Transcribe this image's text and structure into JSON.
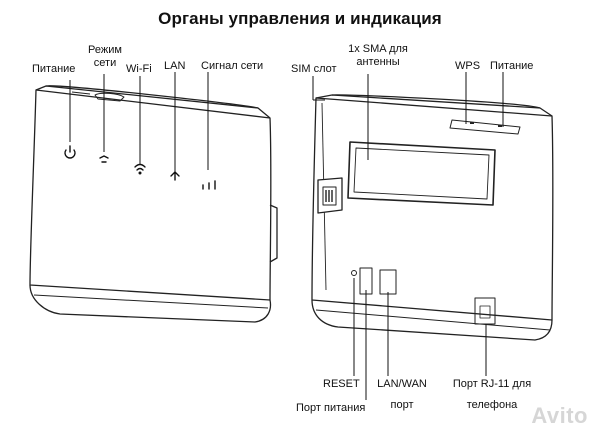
{
  "title": "Органы управления и индикация",
  "front_labels": {
    "power": "Питание",
    "network_mode_line1": "Режим",
    "network_mode_line2": "сети",
    "wifi": "Wi-Fi",
    "lan": "LAN",
    "signal": "Сигнал сети"
  },
  "back_labels": {
    "sim_slot": "SIM слот",
    "sma_line1": "1x SMA для",
    "sma_line2": "антенны",
    "wps": "WPS",
    "power": "Питание",
    "reset": "RESET",
    "power_port": "Порт питания",
    "lan_wan_line1": "LAN/WAN",
    "lan_wan_line2": "порт",
    "rj11_line1": "Порт RJ-11 для",
    "rj11_line2": "телефона"
  },
  "watermark": "Avito",
  "icons": [
    "power-icon",
    "network-mode-icon",
    "wifi-icon",
    "lan-icon",
    "signal-icon"
  ]
}
